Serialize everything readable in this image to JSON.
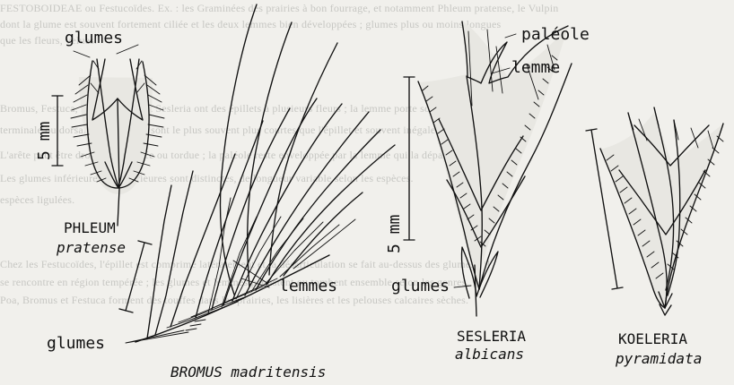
{
  "labels": {
    "phleum_glumes": "glumes",
    "scale_5mm_left": "5 mm",
    "phleum_genus": "PHLEUM",
    "phleum_species": "pratense",
    "bromus_lemmes": "lemmes",
    "bromus_glumes": "glumes",
    "bromus_name": "BROMUS madritensis",
    "sesleria_paleole": "paléole",
    "sesleria_lemme": "lemme",
    "scale_5mm_middle": "5 mm",
    "sesleria_glumes": "glumes",
    "sesleria_genus": "SESLERIA",
    "sesleria_species": "albicans",
    "koeleria_genus": "KOELERIA",
    "koeleria_species": "pyramidata"
  },
  "background_text": [
    "FESTOBOIDEAE ou Festucoïdes. Ex. : les Graminées des prairies à bon fourrage, et notamment Phleum pratense, le Vulpin",
    "dont la glume est souvent fortement ciliée et les deux lemmes bien développées ; glumes plus ou moins longues",
    "que les fleurs, velues.",
    "Bromus, Festuca, Poa, Koeleria et Sesleria ont des épillets à plusieurs fleurs ; la lemme porte souvent une arête",
    "terminale ou dorsale ; les glumes sont le plus souvent plus courtes que l'épillet et souvent inégales.",
    "L'arête peut être droite, genouillée ou tordue ; la paléole reste enveloppée par la lemme qui la dépasse.",
    "Les glumes inférieures et supérieures sont distinctes, de longueur variable selon les espèces.",
    "espèces ligulées.",
    "Chez les Festucoïdes, l'épillet est comprimé latéralement et la désarticulation se fait au-dessus des glumes ; il",
    "se rencontre en région tempérée ; les glumes et lemmes persistent ou tombent ensemble selon les genres.",
    "Poa, Bromus et Festuca forment des touffes dans les prairies, les lisières et les pelouses calcaires sèches."
  ]
}
